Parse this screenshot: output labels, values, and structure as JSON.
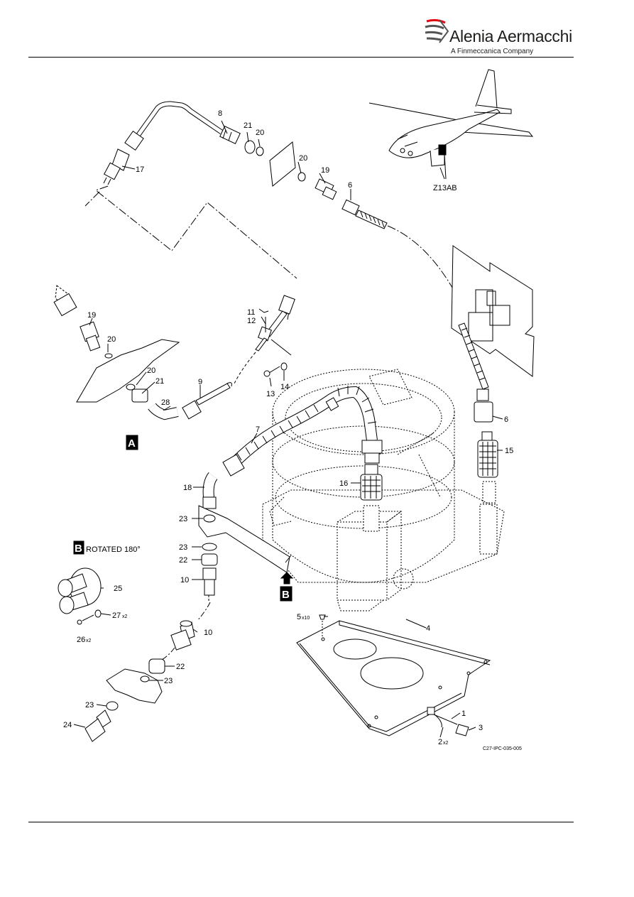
{
  "header": {
    "brand_name": "Alenia Aermacchi",
    "brand_sub": "A Finmeccanica Company"
  },
  "diagram": {
    "aircraft_zone": "Z13AB",
    "figure_id": "C27-IPC-035-005",
    "view_a_label": "A",
    "view_b_label": "B",
    "view_b_callout": "B",
    "rotated_note": "ROTATED 180°",
    "callouts": {
      "c1": "1",
      "c2": "2",
      "c2q": "x2",
      "c3": "3",
      "c4": "4",
      "c5": "5",
      "c5q": "x10",
      "c6a": "6",
      "c6b": "6",
      "c7": "7",
      "c8": "8",
      "c9": "9",
      "c10a": "10",
      "c10b": "10",
      "c11": "11",
      "c12": "12",
      "c13": "13",
      "c14": "14",
      "c15": "15",
      "c16": "16",
      "c17": "17",
      "c18": "18",
      "c19a": "19",
      "c19b": "19",
      "c20a": "20",
      "c20b": "20",
      "c20c": "20",
      "c20d": "20",
      "c21a": "21",
      "c21b": "21",
      "c22a": "22",
      "c22b": "22",
      "c23a": "23",
      "c23b": "23",
      "c23c": "23",
      "c23d": "23",
      "c24": "24",
      "c25": "25",
      "c26": "26",
      "c26q": "x2",
      "c27": "27",
      "c27q": "x2",
      "c28": "28"
    }
  },
  "colors": {
    "ink": "#000000",
    "paper": "#ffffff",
    "brand_red": "#e30613"
  }
}
